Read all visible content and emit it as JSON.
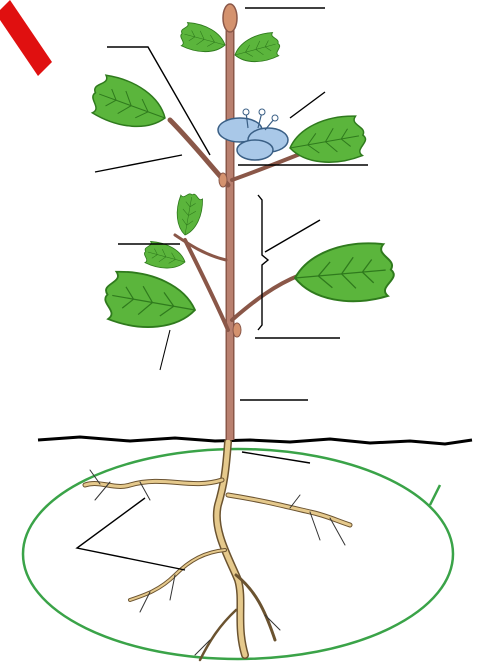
{
  "diagram": {
    "subject": "plant-structure-worksheet",
    "colors": {
      "stem": "#b9806f",
      "stem_dark": "#8a5748",
      "leaf": "#5bb53c",
      "leaf_dark": "#2f7a1d",
      "flower": "#a9c8e8",
      "root": "#e5c98c",
      "root_dark": "#6b5330",
      "root_outline": "#3aa348",
      "label_line": "#000000",
      "arrow": "#e01010",
      "ground": "#000000"
    },
    "labels": [
      {
        "id": "terminal-bud",
        "text": ""
      },
      {
        "id": "axillary-bud",
        "text": ""
      },
      {
        "id": "flower",
        "text": ""
      },
      {
        "id": "node",
        "text": ""
      },
      {
        "id": "leaf",
        "text": ""
      },
      {
        "id": "internode",
        "text": ""
      },
      {
        "id": "branch",
        "text": ""
      },
      {
        "id": "petiole",
        "text": ""
      },
      {
        "id": "leaf-blade",
        "text": ""
      },
      {
        "id": "stem",
        "text": ""
      },
      {
        "id": "soil-line",
        "text": ""
      },
      {
        "id": "root-system",
        "text": ""
      },
      {
        "id": "lateral-root",
        "text": ""
      }
    ]
  }
}
